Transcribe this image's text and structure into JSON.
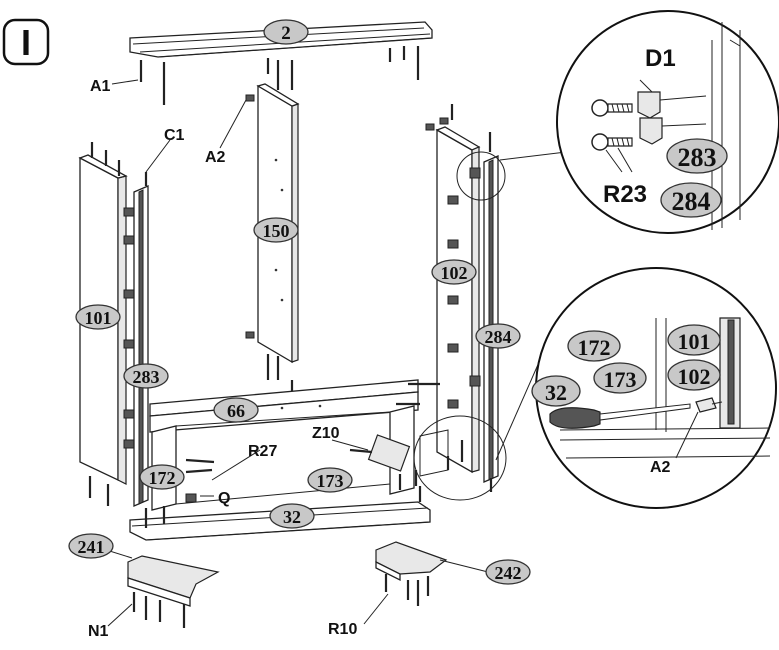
{
  "step": "I",
  "labels": {
    "a1": "A1",
    "a2_top": "A2",
    "c1": "C1",
    "r27": "R27",
    "z10": "Z10",
    "q": "Q",
    "n1": "N1",
    "r10": "R10",
    "d1": "D1",
    "r23": "R23",
    "a2_detail": "A2"
  },
  "parts": {
    "p2": "2",
    "p150": "150",
    "p101": "101",
    "p283": "283",
    "p102": "102",
    "p284": "284",
    "p66": "66",
    "p172": "172",
    "p173": "173",
    "p32": "32",
    "p241": "241",
    "p242": "242"
  },
  "detail_top": {
    "p283": "283",
    "p284": "284"
  },
  "detail_bottom": {
    "p172": "172",
    "p173": "173",
    "p32": "32",
    "p101": "101",
    "p102": "102"
  }
}
